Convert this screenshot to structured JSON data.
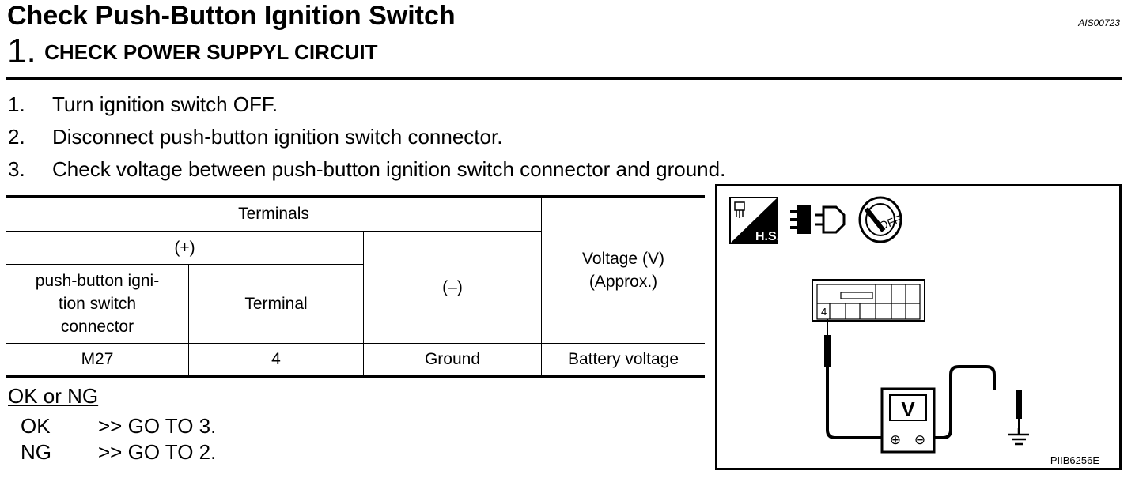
{
  "header": {
    "title": "Check Push-Button Ignition Switch",
    "doc_id": "AIS00723"
  },
  "step": {
    "number": "1.",
    "title": "CHECK POWER SUPPYL CIRCUIT"
  },
  "instructions": [
    {
      "num": "1.",
      "text": "Turn ignition switch OFF."
    },
    {
      "num": "2.",
      "text": "Disconnect push-button ignition switch connector."
    },
    {
      "num": "3.",
      "text": "Check voltage between push-button ignition switch connector and ground."
    }
  ],
  "table": {
    "terminals_header": "Terminals",
    "plus_header": "(+)",
    "connector_header": "push-button igni-tion switch connector",
    "terminal_header": "Terminal",
    "minus_header": "(–)",
    "voltage_header": "Voltage (V) (Approx.)",
    "row": {
      "connector": "M27",
      "terminal": "4",
      "minus": "Ground",
      "voltage": "Battery voltage"
    }
  },
  "result": {
    "heading": "OK or NG",
    "ok_label": "OK",
    "ok_action": ">> GO TO 3.",
    "ng_label": "NG",
    "ng_action": ">> GO TO 2."
  },
  "diagram": {
    "hs_label": "H.S.",
    "off_label": "OFF",
    "pin_label": "4",
    "meter_label": "V",
    "plus_symbol": "⊕",
    "minus_symbol": "⊖",
    "figure_id": "PIIB6256E",
    "icons": [
      "harness-side-icon",
      "connector-disconnect-icon",
      "ignition-off-icon",
      "ground-icon"
    ]
  }
}
